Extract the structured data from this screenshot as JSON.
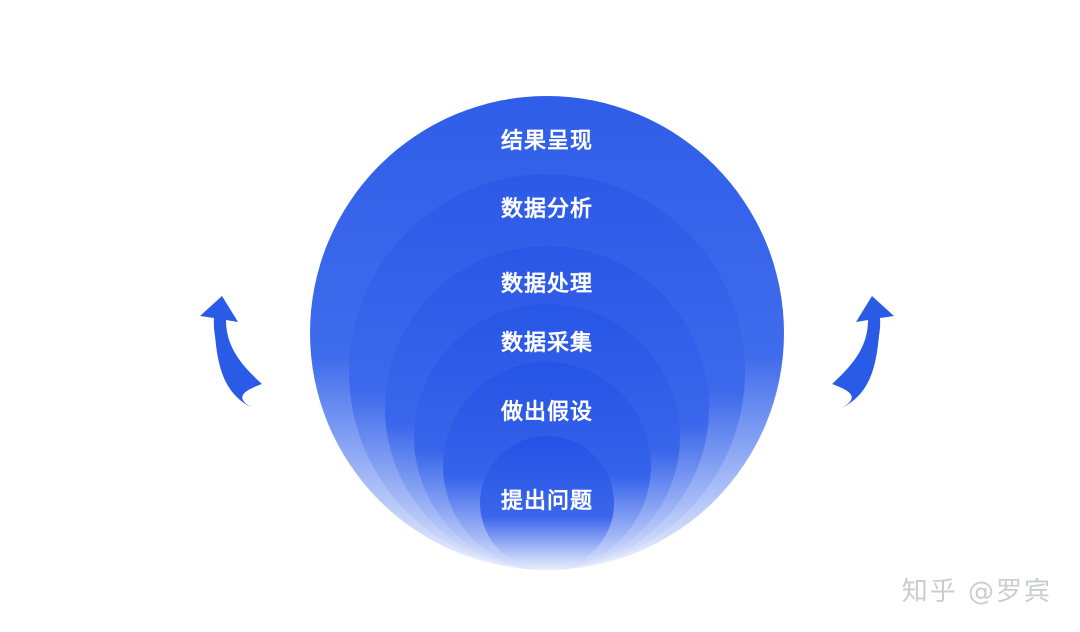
{
  "diagram": {
    "layers": [
      {
        "label": "结果呈现"
      },
      {
        "label": "数据分析"
      },
      {
        "label": "数据处理"
      },
      {
        "label": "数据采集"
      },
      {
        "label": "做出假设"
      },
      {
        "label": "提出问题"
      }
    ],
    "colors": {
      "primary": "#2f5de8",
      "accent": "#2a5be6",
      "fade": "#eef2fe"
    },
    "icons": {
      "left_arrow": "curved-arrow-up-icon",
      "right_arrow": "curved-arrow-up-icon"
    }
  },
  "watermark": {
    "text": "知乎 @罗宾"
  }
}
